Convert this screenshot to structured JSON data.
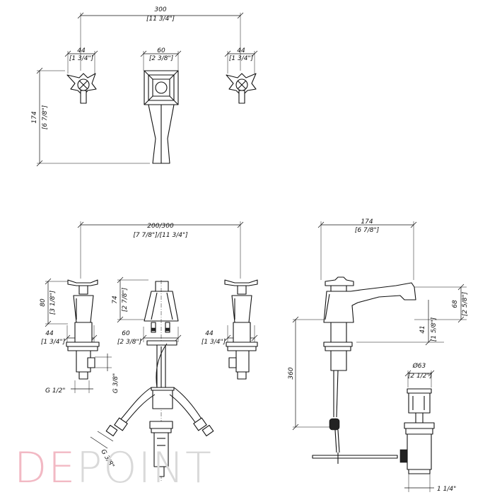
{
  "top_view": {
    "dim_overall": "300",
    "dim_overall_in": "[11 3/4\"]",
    "dim_left_handle": "44",
    "dim_left_handle_in": "[1 3/4\"]",
    "dim_spout": "60",
    "dim_spout_in": "[2 3/8\"]",
    "dim_right_handle": "44",
    "dim_right_handle_in": "[1 3/4\"]",
    "dim_depth": "174",
    "dim_depth_in": "[6 7/8\"]"
  },
  "front_view": {
    "dim_spacing": "200/300",
    "dim_spacing_in": "[7 7/8\"]/[11 3/4\"]",
    "dim_handle_height": "80",
    "dim_handle_height_in": "[3 1/8\"]",
    "dim_spout_height": "74",
    "dim_spout_height_in": "[2 7/8\"]",
    "dim_left_base": "44",
    "dim_left_base_in": "[1 3/4\"]",
    "dim_spout_base": "60",
    "dim_spout_base_in": "[2 3/8\"]",
    "dim_right_base": "44",
    "dim_right_base_in": "[1 3/4\"]",
    "thread_inlet": "G 1/2\"",
    "thread_outlet": "G 3/8\"",
    "thread_hose": "G 3/8\""
  },
  "side_view": {
    "dim_reach": "174",
    "dim_reach_in": "[6 7/8\"]",
    "dim_outlet_height": "68",
    "dim_outlet_height_in": "[2 5/8\"]",
    "dim_under_spout": "41",
    "dim_under_spout_in": "[1 5/8\"]",
    "dim_total_height": "360",
    "dim_waste_dia": "Ø63",
    "dim_waste_dia_in": "[2 1/2\"]",
    "dim_waste_thread": "1 1/4\""
  },
  "logo": {
    "part_a": "DE",
    "part_b": "POINT"
  }
}
